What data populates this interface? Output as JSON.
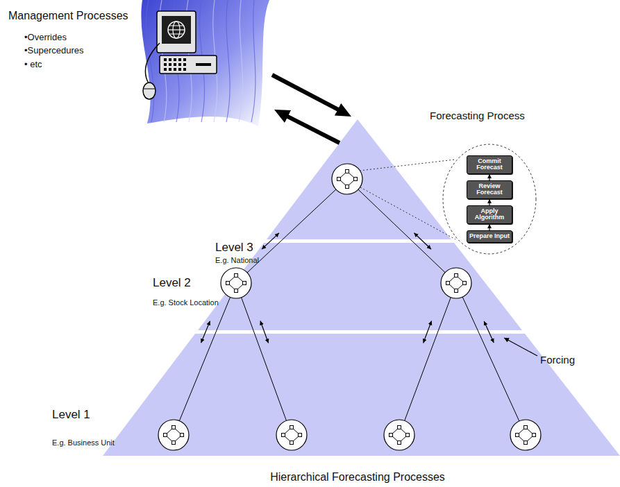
{
  "diagram": {
    "caption": "Hierarchical Forecasting Processes",
    "nodes": [
      {
        "text": [
          "Management Processes",
          "•Overrides",
          "•Supercedures",
          "• etc"
        ]
      },
      {
        "text": [
          "Forecasting Process"
        ]
      },
      {
        "text": [
          "Commit Forecast"
        ],
        "in": 1
      },
      {
        "text": [
          "Review Forecast"
        ],
        "in": 1
      },
      {
        "text": [
          "Apply Algorithm"
        ],
        "in": 1
      },
      {
        "text": [
          "Prepare Input"
        ],
        "in": 1
      },
      {
        "text": [
          "Level 3",
          "E.g. National"
        ]
      },
      {
        "text": [
          "Level 2",
          "E.g. Stock Location"
        ]
      },
      {
        "text": [
          "Level 1",
          "E.g. Business Unit"
        ]
      }
    ],
    "edges": [
      {
        "from": 0,
        "to": 6,
        "arrow": "to"
      },
      {
        "from": 6,
        "to": 0,
        "arrow": "to"
      },
      {
        "from": 5,
        "to": 4,
        "arrow": "to"
      },
      {
        "from": 4,
        "to": 3,
        "arrow": "to"
      },
      {
        "from": 3,
        "to": 2,
        "arrow": "to"
      },
      {
        "from": 6,
        "to": 7,
        "arrow": "both"
      },
      {
        "from": 6,
        "to": 7,
        "arrow": "both"
      },
      {
        "from": 7,
        "to": 8,
        "arrow": "both"
      },
      {
        "from": 7,
        "to": 8,
        "arrow": "both"
      },
      {
        "from": 7,
        "to": 8,
        "arrow": "both"
      },
      {
        "from": 7,
        "to": 8,
        "arrow": "both"
      }
    ],
    "labels": [
      "Forcing"
    ]
  }
}
